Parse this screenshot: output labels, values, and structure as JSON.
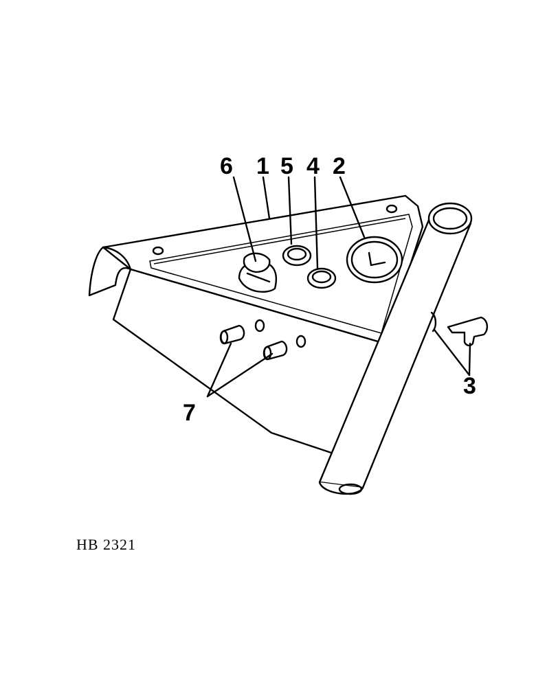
{
  "diagram": {
    "callouts": {
      "c1": "1",
      "c2": "2",
      "c3": "3",
      "c4": "4",
      "c5": "5",
      "c6": "6",
      "c7": "7"
    },
    "reference_code": "HB 2321"
  }
}
